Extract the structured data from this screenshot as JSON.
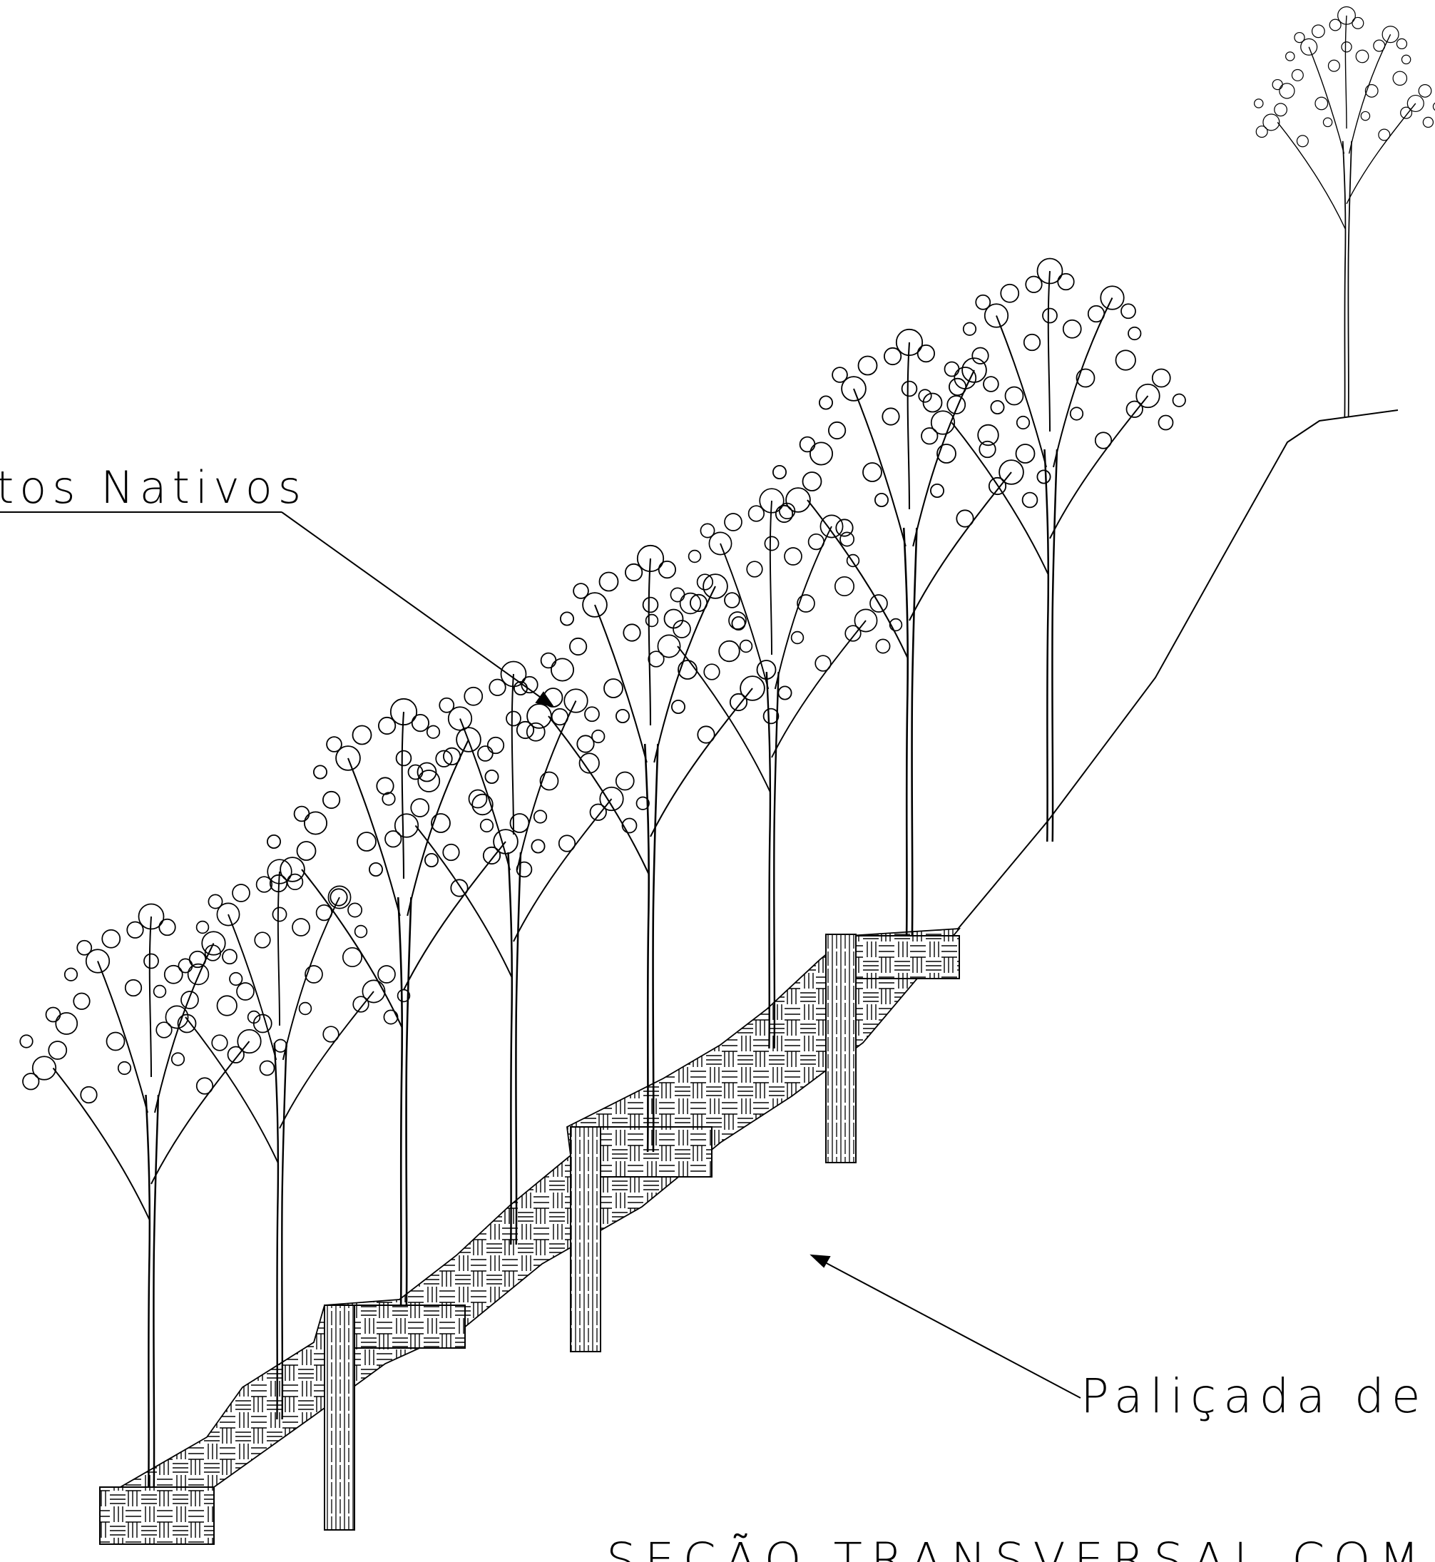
{
  "labels": {
    "native_seedlings": "tos Nativos",
    "palisade": "Paliçada de",
    "section_title": "SEÇÃO TRANSVERSAL COM SOLUÇÃO"
  },
  "colors": {
    "ink": "#000000",
    "paper": "#ffffff"
  },
  "icons": {
    "tree": "tree-icon",
    "wall": "palisade-wall"
  }
}
